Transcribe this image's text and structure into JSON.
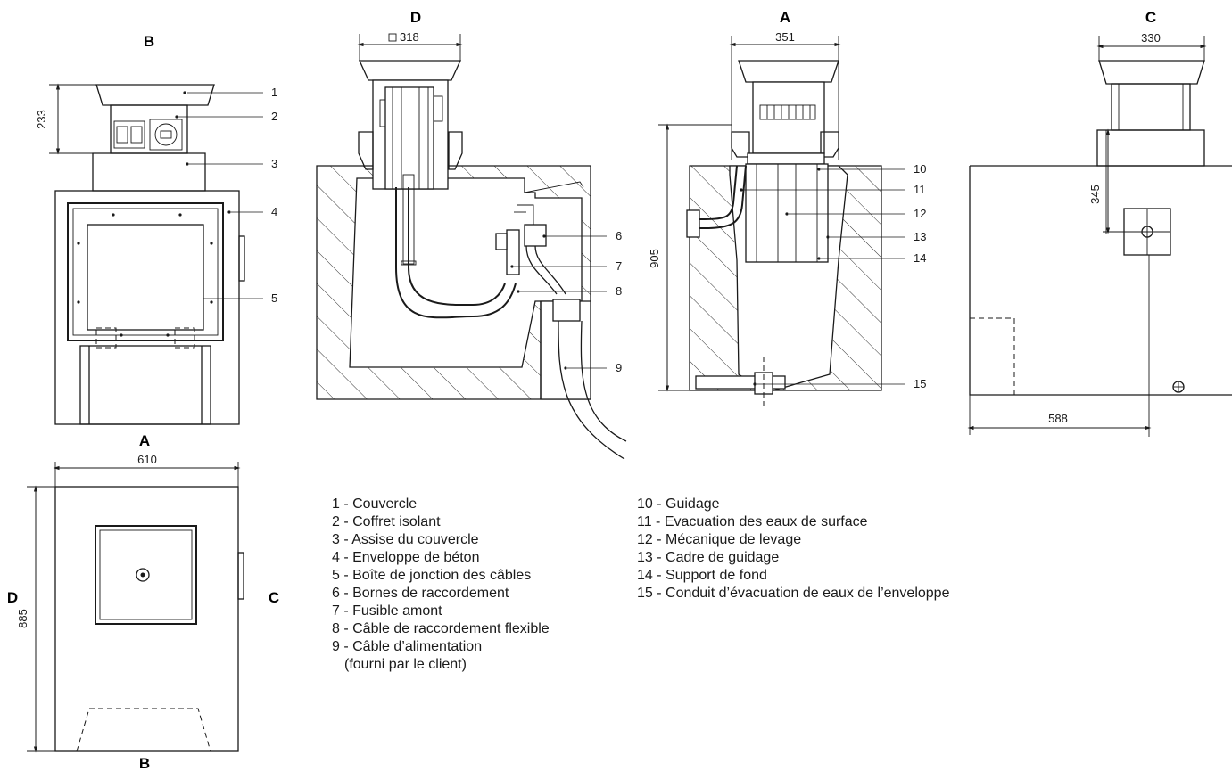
{
  "views": {
    "B_top": "B",
    "D_section": "D",
    "A_section": "A",
    "C_side": "C",
    "A_plan_top": "A",
    "D_plan_left": "D",
    "C_plan_right": "C",
    "B_plan_bottom": "B"
  },
  "dimensions": {
    "d233": "233",
    "d318": "318",
    "d351": "351",
    "d330": "330",
    "d905": "905",
    "d345": "345",
    "d588": "588",
    "d610": "610",
    "d885": "885"
  },
  "callouts": [
    "1",
    "2",
    "3",
    "4",
    "5",
    "6",
    "7",
    "8",
    "9",
    "10",
    "11",
    "12",
    "13",
    "14",
    "15"
  ],
  "legend_left": [
    "1 - Couvercle",
    "2 - Coffret isolant",
    "3 - Assise du couvercle",
    "4 - Enveloppe de béton",
    "5 - Boîte de jonction des câbles",
    "6 - Bornes de raccordement",
    "7 - Fusible amont",
    "8 - Câble de raccordement flexible",
    "9 - Câble d’alimentation",
    "(fourni par le client)"
  ],
  "legend_right": [
    "10 - Guidage",
    "11 - Evacuation des eaux de surface",
    "12 - Mécanique de levage",
    "13 - Cadre de guidage",
    "14 - Support de fond",
    "15 - Conduit d’évacuation de eaux de l’enveloppe"
  ]
}
